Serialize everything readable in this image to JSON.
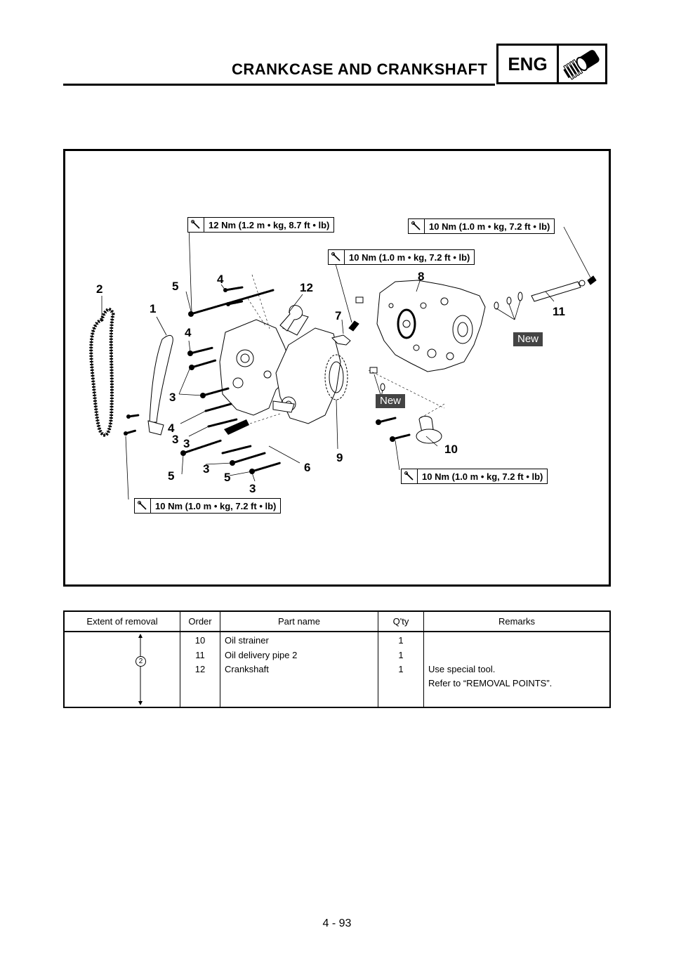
{
  "header": {
    "title": "CRANKCASE AND CRANKSHAFT",
    "badge": "ENG"
  },
  "figure": {
    "torques": [
      "12 Nm (1.2 m • kg, 8.7 ft • lb)",
      "10 Nm (1.0 m • kg, 7.2 ft • lb)",
      "10 Nm (1.0 m • kg, 7.2 ft • lb)",
      "10 Nm (1.0 m • kg, 7.2 ft • lb)",
      "10 Nm (1.0 m • kg, 7.2 ft • lb)"
    ],
    "new_labels": [
      "New",
      "New"
    ],
    "callouts": [
      "2",
      "1",
      "5",
      "4",
      "12",
      "4",
      "3",
      "7",
      "8",
      "11",
      "4",
      "3",
      "3",
      "5",
      "3",
      "5",
      "3",
      "6",
      "9",
      "10"
    ]
  },
  "table": {
    "headers": [
      "Extent of removal",
      "Order",
      "Part name",
      "Q'ty",
      "Remarks"
    ],
    "extent_marker": "2",
    "rows": [
      {
        "order": "10",
        "part": "Oil strainer",
        "qty": "1",
        "remarks": ""
      },
      {
        "order": "11",
        "part": "Oil delivery pipe 2",
        "qty": "1",
        "remarks": ""
      },
      {
        "order": "12",
        "part": "Crankshaft",
        "qty": "1",
        "remarks": "Use special tool."
      }
    ],
    "remarks_extra": "Refer to “REMOVAL POINTS”."
  },
  "page_number": "4 - 93"
}
